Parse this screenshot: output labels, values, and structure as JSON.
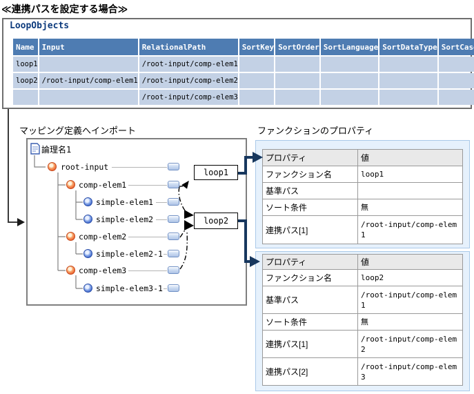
{
  "page_title": "≪連携パスを設定する場合≫",
  "loop_objects": {
    "label": "LoopObjects",
    "columns": [
      "Name",
      "Input",
      "RelationalPath",
      "SortKey",
      "SortOrder",
      "SortLanguage",
      "SortDataType",
      "SortCase"
    ],
    "rows": [
      [
        "loop1",
        "",
        "/root-input/comp-elem1",
        "",
        "",
        "",
        "",
        ""
      ],
      [
        "loop2",
        "/root-input/comp-elem1",
        "/root-input/comp-elem2",
        "",
        "",
        "",
        "",
        ""
      ],
      [
        "",
        "",
        "/root-input/comp-elem3",
        "",
        "",
        "",
        "",
        ""
      ]
    ]
  },
  "mapping_tree": {
    "section_label": "マッピング定義へインポート",
    "root_label": "論理名1",
    "nodes": [
      {
        "label": "root-input",
        "type": "composite"
      },
      {
        "label": "comp-elem1",
        "type": "composite"
      },
      {
        "label": "simple-elem1",
        "type": "simple"
      },
      {
        "label": "simple-elem2",
        "type": "simple"
      },
      {
        "label": "comp-elem2",
        "type": "composite"
      },
      {
        "label": "simple-elem2-1",
        "type": "simple"
      },
      {
        "label": "comp-elem3",
        "type": "composite"
      },
      {
        "label": "simple-elem3-1",
        "type": "simple"
      }
    ],
    "loop_functions": [
      "loop1",
      "loop2"
    ],
    "icons": {
      "root": "document-icon",
      "composite": "composite-element-icon",
      "simple": "simple-element-icon",
      "anchor": "mapping-anchor-icon"
    }
  },
  "function_properties": {
    "section_label": "ファンクションのプロパティ",
    "tables": [
      {
        "headers": [
          "プロパティ",
          "値"
        ],
        "rows": [
          [
            "ファンクション名",
            "loop1"
          ],
          [
            "基準パス",
            ""
          ],
          [
            "ソート条件",
            "無"
          ],
          [
            "連携パス[1]",
            "/root-input/comp-elem1"
          ]
        ]
      },
      {
        "headers": [
          "プロパティ",
          "値"
        ],
        "rows": [
          [
            "ファンクション名",
            "loop2"
          ],
          [
            "基準パス",
            "/root-input/comp-elem1"
          ],
          [
            "ソート条件",
            "無"
          ],
          [
            "連携パス[1]",
            "/root-input/comp-elem2"
          ],
          [
            "連携パス[2]",
            "/root-input/comp-elem3"
          ]
        ]
      }
    ]
  },
  "colors": {
    "table_header_bg": "#4E7CB2",
    "table_row_bg": "#C3D1E5",
    "loop_objects_label": "#0D3B7D",
    "connector_navy": "#17375E",
    "panel_bg": "#E6F1FC",
    "panel_border": "#A9C9E9",
    "prop_header_bg": "#E9E9E9"
  }
}
